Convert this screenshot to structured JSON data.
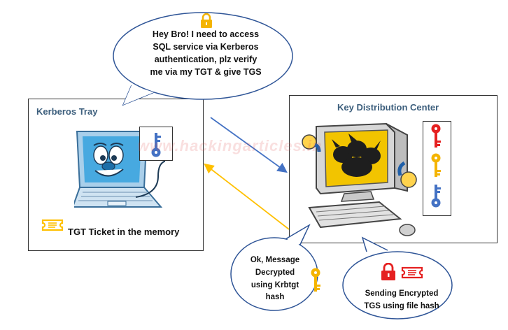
{
  "watermark": "www.hackingarticles.in",
  "kerberos_tray": {
    "title": "Kerberos Tray",
    "caption": "TGT Ticket in the memory"
  },
  "kdc": {
    "title": "Key Distribution Center"
  },
  "bubbles": {
    "request": {
      "line1": "Hey Bro! I need to access",
      "line2": "SQL service via Kerberos",
      "line3": "authentication, plz verify",
      "line4": "me via my TGT & give TGS"
    },
    "decrypt": {
      "line1": "Ok, Message",
      "line2": "Decrypted",
      "line3": "using Krbtgt",
      "line4": "hash"
    },
    "send": {
      "line1": "Sending Encrypted",
      "line2": "TGS using file hash"
    }
  },
  "colors": {
    "border": "#333333",
    "bubble_fill": "#ffffff",
    "bubble_stroke": "#2f5597",
    "arrow_blue": "#4472c4",
    "arrow_yellow": "#ffc000",
    "key_red": "#e52020",
    "key_gold": "#f4b400",
    "key_blue": "#4472c4",
    "title_color": "#3d5f7d"
  },
  "icons": {
    "lock": "lock-icon",
    "key": "key-icon",
    "ticket": "ticket-icon",
    "laptop": "laptop-icon",
    "computer": "desktop-computer-icon"
  }
}
